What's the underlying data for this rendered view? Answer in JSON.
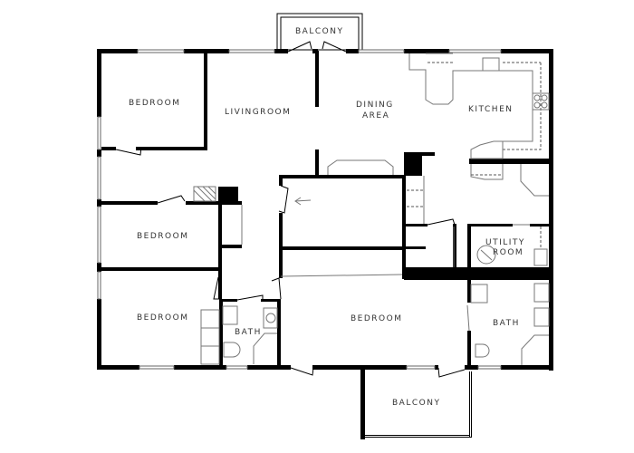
{
  "diagram": {
    "type": "floor-plan",
    "rooms": [
      {
        "id": "bedroom-1",
        "label": "BEDROOM"
      },
      {
        "id": "living-room",
        "label": "LIVINGROOM"
      },
      {
        "id": "dining-area",
        "label_line1": "DINING",
        "label_line2": "AREA"
      },
      {
        "id": "kitchen",
        "label": "KITCHEN"
      },
      {
        "id": "bedroom-2",
        "label": "BEDROOM"
      },
      {
        "id": "bedroom-3",
        "label": "BEDROOM"
      },
      {
        "id": "bath-1",
        "label": "BATH"
      },
      {
        "id": "bedroom-master",
        "label": "BEDROOM"
      },
      {
        "id": "bath-2",
        "label": "BATH"
      },
      {
        "id": "utility-room",
        "label_line1": "UTILITY",
        "label_line2": "ROOM"
      },
      {
        "id": "balcony-top",
        "label": "BALCONY"
      },
      {
        "id": "balcony-bottom",
        "label": "BALCONY"
      }
    ],
    "colors": {
      "wall": "#000000",
      "fixture": "#777777",
      "background": "#ffffff"
    }
  }
}
